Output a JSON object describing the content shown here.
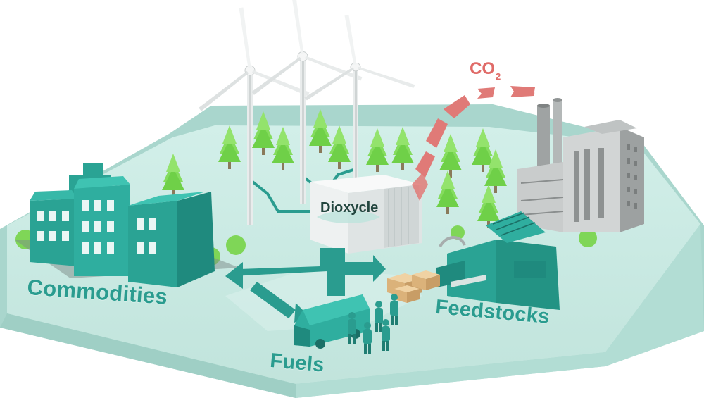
{
  "labels": {
    "commodities": "Commodities",
    "fuels": "Fuels",
    "feedstocks": "Feedstocks",
    "co2_main": "CO",
    "co2_sub": "2",
    "brand": "Dioxycle"
  },
  "colors": {
    "ground": "#c7e8e1",
    "ground_edge": "#a3d3ca",
    "teal": "#2a9c8f",
    "teal_dark": "#1f7d72",
    "tree": "#7ed957",
    "tree_dark": "#4fb33a",
    "factory": "#bdbdbd",
    "arrow_co2": "#e07a77",
    "unit": "#f2f4f4",
    "boxes": "#e7c38f"
  },
  "icons": [
    "wind-turbine-icon",
    "tree-icon",
    "building-icon",
    "factory-icon",
    "bus-icon",
    "person-icon",
    "box-icon",
    "arrow-icon"
  ]
}
